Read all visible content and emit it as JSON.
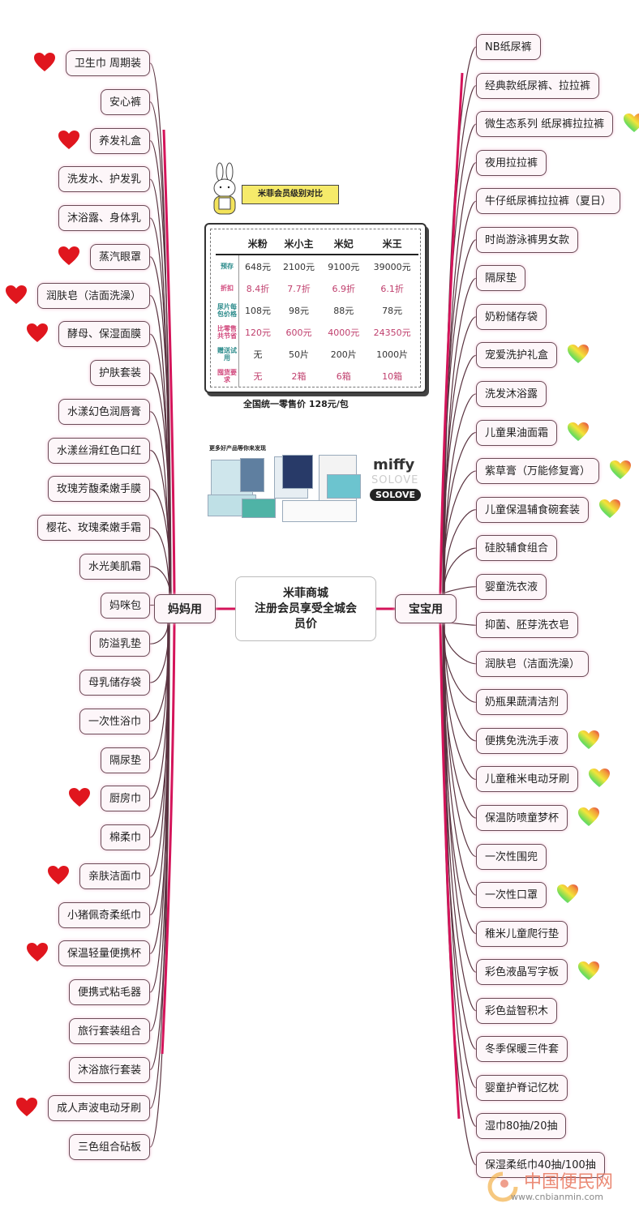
{
  "center": {
    "line1": "米菲商城",
    "line2": "注册会员享受全城会",
    "line3": "员价"
  },
  "branches": {
    "left": {
      "label": "妈妈用",
      "line_color": "#d4145a"
    },
    "right": {
      "label": "宝宝用",
      "line_color": "#d4145a"
    }
  },
  "colors": {
    "connector": "#5a3340",
    "accent_pink": "#d4145a",
    "node_border": "#6b4b57",
    "heart_red": "#e0161e"
  },
  "left_items": [
    {
      "label": "卫生巾 周期装",
      "heart": "red"
    },
    {
      "label": "安心裤",
      "heart": null
    },
    {
      "label": "养发礼盒",
      "heart": "red"
    },
    {
      "label": "洗发水、护发乳",
      "heart": null
    },
    {
      "label": "沐浴露、身体乳",
      "heart": null
    },
    {
      "label": "蒸汽眼罩",
      "heart": "red"
    },
    {
      "label": "润肤皂（洁面洗澡）",
      "heart": "red"
    },
    {
      "label": "酵母、保湿面膜",
      "heart": "red"
    },
    {
      "label": "护肤套装",
      "heart": null
    },
    {
      "label": "水漾幻色润唇膏",
      "heart": null
    },
    {
      "label": "水漾丝滑红色口红",
      "heart": null
    },
    {
      "label": "玫瑰芳馥柔嫩手膜",
      "heart": null
    },
    {
      "label": "樱花、玫瑰柔嫩手霜",
      "heart": null
    },
    {
      "label": "水光美肌霜",
      "heart": null
    },
    {
      "label": "妈咪包",
      "heart": null
    },
    {
      "label": "防溢乳垫",
      "heart": null
    },
    {
      "label": "母乳储存袋",
      "heart": null
    },
    {
      "label": "一次性浴巾",
      "heart": null
    },
    {
      "label": "隔尿垫",
      "heart": null
    },
    {
      "label": "厨房巾",
      "heart": "red"
    },
    {
      "label": "棉柔巾",
      "heart": null
    },
    {
      "label": "亲肤洁面巾",
      "heart": "red"
    },
    {
      "label": "小猪佩奇柔纸巾",
      "heart": null
    },
    {
      "label": "保温轻量便携杯",
      "heart": "red"
    },
    {
      "label": "便携式粘毛器",
      "heart": null
    },
    {
      "label": "旅行套装组合",
      "heart": null
    },
    {
      "label": "沐浴旅行套装",
      "heart": null
    },
    {
      "label": "成人声波电动牙刷",
      "heart": "red"
    },
    {
      "label": "三色组合砧板",
      "heart": null
    }
  ],
  "right_items": [
    {
      "label": "NB纸尿裤",
      "heart": null
    },
    {
      "label": "经典款纸尿裤、拉拉裤",
      "heart": null
    },
    {
      "label": "微生态系列 纸尿裤拉拉裤",
      "heart": "rainbow"
    },
    {
      "label": "夜用拉拉裤",
      "heart": null
    },
    {
      "label": "牛仔纸尿裤拉拉裤（夏日）",
      "heart": null
    },
    {
      "label": "时尚游泳裤男女款",
      "heart": null
    },
    {
      "label": "隔尿垫",
      "heart": null
    },
    {
      "label": "奶粉储存袋",
      "heart": null
    },
    {
      "label": "宠爱洗护礼盒",
      "heart": "rainbow"
    },
    {
      "label": "洗发沐浴露",
      "heart": null
    },
    {
      "label": "儿童果油面霜",
      "heart": "rainbow"
    },
    {
      "label": "紫草膏（万能修复膏）",
      "heart": "rainbow"
    },
    {
      "label": "儿童保温辅食碗套装",
      "heart": "rainbow"
    },
    {
      "label": "硅胶辅食组合",
      "heart": null
    },
    {
      "label": "婴童洗衣液",
      "heart": null
    },
    {
      "label": "抑菌、胚芽洗衣皂",
      "heart": null
    },
    {
      "label": "润肤皂（洁面洗澡）",
      "heart": null
    },
    {
      "label": "奶瓶果蔬清洁剂",
      "heart": null
    },
    {
      "label": "便携免洗洗手液",
      "heart": "rainbow"
    },
    {
      "label": "儿童稚米电动牙刷",
      "heart": "rainbow"
    },
    {
      "label": "保温防喷童梦杯",
      "heart": "rainbow"
    },
    {
      "label": "一次性围兜",
      "heart": null
    },
    {
      "label": "一次性口罩",
      "heart": "rainbow"
    },
    {
      "label": "稚米儿童爬行垫",
      "heart": null
    },
    {
      "label": "彩色液晶写字板",
      "heart": "rainbow"
    },
    {
      "label": "彩色益智积木",
      "heart": null
    },
    {
      "label": "冬季保暖三件套",
      "heart": null
    },
    {
      "label": "婴童护脊记忆枕",
      "heart": null
    },
    {
      "label": "湿巾80抽/20抽",
      "heart": null
    },
    {
      "label": "保湿柔纸巾40抽/100抽",
      "heart": null
    }
  ],
  "membership_table": {
    "title": "米菲会员级别对比",
    "columns": [
      "米粉",
      "米小主",
      "米妃",
      "米王"
    ],
    "rows": [
      {
        "label": "预存",
        "label_color": "#2a8a8a",
        "value_color": "#333333",
        "values": [
          "648元",
          "2100元",
          "9100元",
          "39000元"
        ]
      },
      {
        "label": "折扣",
        "label_color": "#d0457a",
        "value_color": "#c0406e",
        "values": [
          "8.4折",
          "7.7折",
          "6.9折",
          "6.1折"
        ]
      },
      {
        "label": "尿片每包价格",
        "label_color": "#2a8a8a",
        "value_color": "#333333",
        "values": [
          "108元",
          "98元",
          "88元",
          "78元"
        ]
      },
      {
        "label": "比零售共节省",
        "label_color": "#d0457a",
        "value_color": "#c0406e",
        "values": [
          "120元",
          "600元",
          "4000元",
          "24350元"
        ]
      },
      {
        "label": "赠送试用",
        "label_color": "#2a8a8a",
        "value_color": "#333333",
        "values": [
          "无",
          "50片",
          "200片",
          "1000片"
        ]
      },
      {
        "label": "囤货要求",
        "label_color": "#d0457a",
        "value_color": "#c0406e",
        "values": [
          "无",
          "2箱",
          "6箱",
          "10箱"
        ]
      }
    ],
    "retail_note": "全国统一零售价 128元/包"
  },
  "promo": {
    "caption": "更多好产品等你来发现",
    "brand1": "miffy",
    "brand2": "SOLOVE",
    "brand3": "SOLOVE"
  },
  "watermark": {
    "title": "中国便民网",
    "url": "www.cnbianmin.com"
  }
}
